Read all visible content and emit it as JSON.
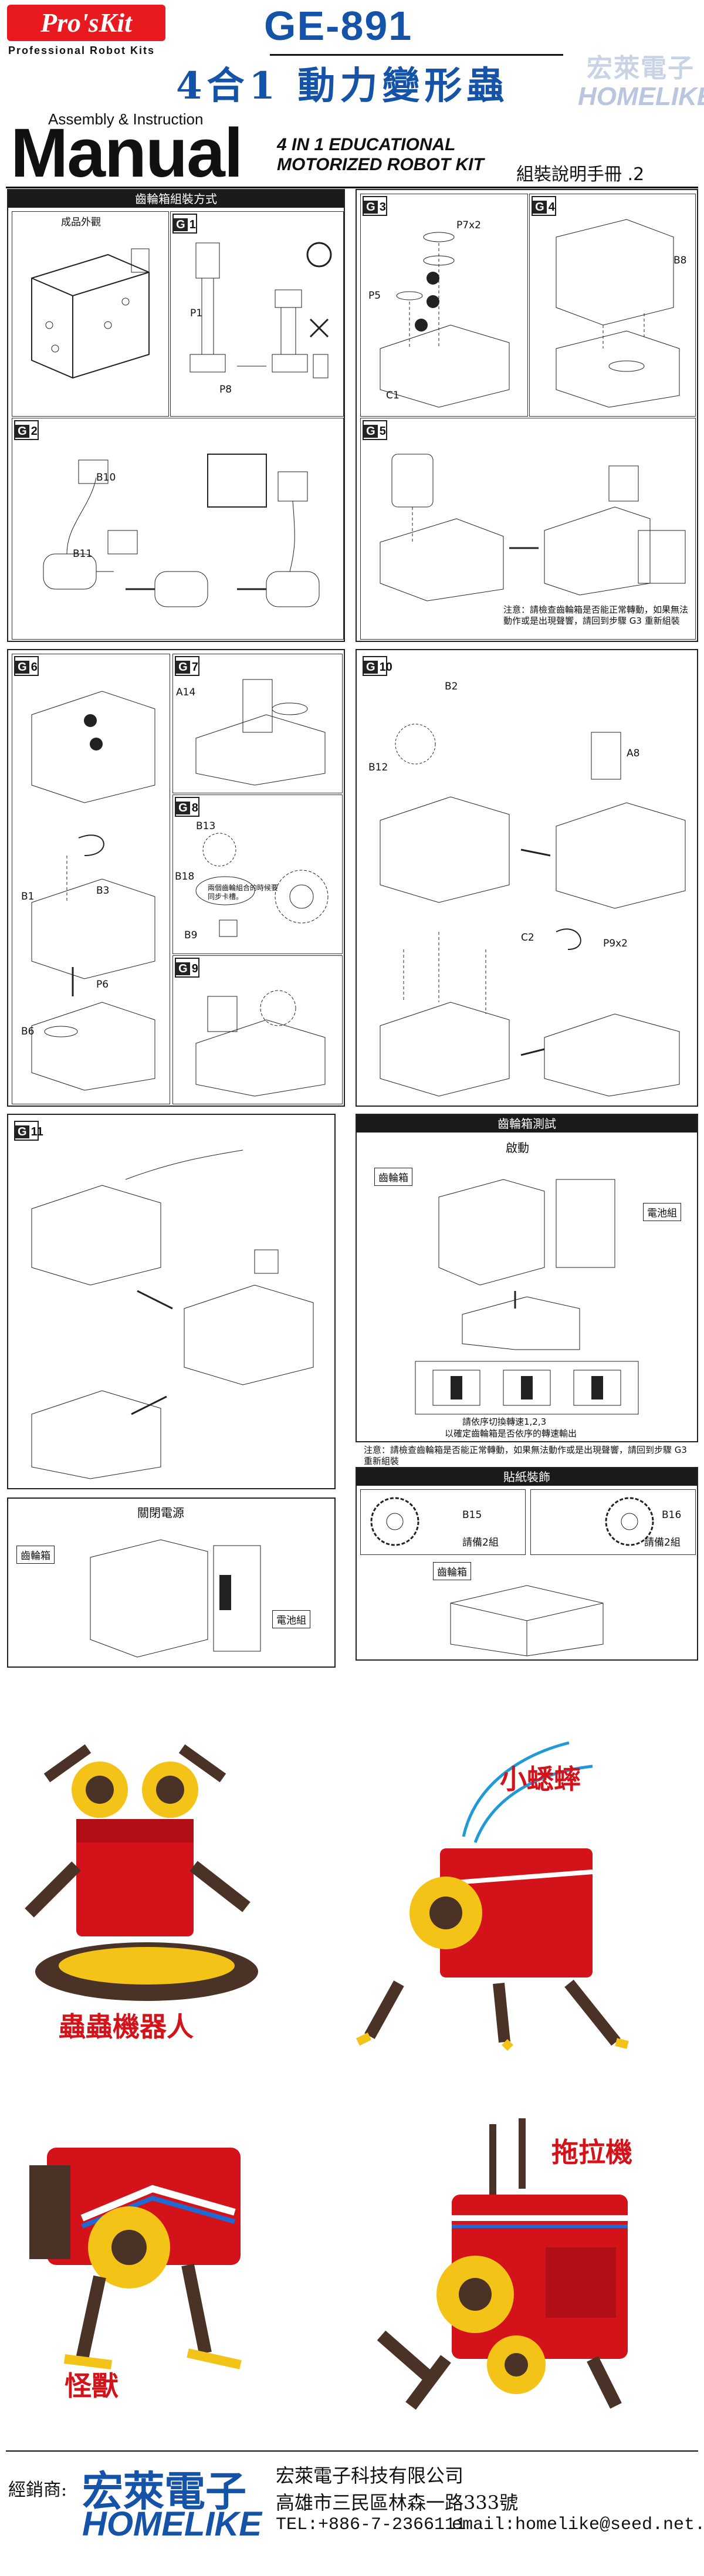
{
  "header": {
    "logo": "Pro'sKit",
    "logo_sub": "Professional Robot Kits",
    "model": "GE-891",
    "title_cn": "4合1 動力變形蟲",
    "brand_cn": "宏萊電子",
    "brand_en": "HOMELIKE",
    "assembly_label": "Assembly & Instruction",
    "manual_label": "Manual",
    "edu_line1": "4 IN 1 EDUCATIONAL",
    "edu_line2": "MOTORIZED ROBOT KIT",
    "booklet": "組裝說明手冊 .2"
  },
  "sections": {
    "gearbox_assembly": "齒輪箱組裝方式",
    "gearbox_test": "齒輪箱測試",
    "sticker": "貼紙裝飾",
    "power_switch": "關閉電源"
  },
  "steps": [
    "1",
    "2",
    "3",
    "4",
    "5",
    "6",
    "7",
    "8",
    "9",
    "10",
    "11"
  ],
  "step_prefix": "G",
  "labels": {
    "finished_look": "成品外觀",
    "p1": "P1",
    "p8": "P8",
    "p7x2": "P7x2",
    "p5": "P5",
    "c1": "C1",
    "b8": "B8",
    "b10": "B10",
    "b11": "B11",
    "a14": "A14",
    "b13": "B13",
    "b18": "B18",
    "b9": "B9",
    "b1": "B1",
    "b3": "B3",
    "p6": "P6",
    "b6": "B6",
    "b2": "B2",
    "b12": "B12",
    "a8": "A8",
    "c2": "C2",
    "p9x2": "P9x2",
    "b15": "B15",
    "b16": "B16",
    "gearbox": "齒輪箱",
    "battery": "電池組",
    "start": "啟動",
    "pair_b15": "請備2組",
    "pair_b16": "請備2組",
    "b18_note": "兩個齒輪組合的時候要同步卡槽。"
  },
  "notes": {
    "step5_note": "注意：請檢查齒輪箱是否能正常轉動，如果無法動作或是出現聲響，請回到步驟 G3 重新組裝",
    "test_note_1": "請依序切換轉速1,2,3",
    "test_note_2": "以確定齒輪箱是否依序的轉速輸出",
    "test_warn": "注意：請檢查齒輪箱是否能正常轉動，如果無法動作或是出現聲響，請回到步驟 G3 重新組裝"
  },
  "robots": {
    "robot1": "蟲蟲機器人",
    "robot2": "小蟋蟀",
    "robot3": "怪獸",
    "robot4": "拖拉機"
  },
  "footer": {
    "dist_label": "經銷商:",
    "brand_cn": "宏萊電子",
    "brand_en": "HOMELIKE",
    "company": "宏萊電子科技有限公司",
    "address": "高雄市三民區林森一路333號",
    "tel": "TEL:+886-7-2366111",
    "email": "email:homelike@seed.net.tw"
  },
  "colors": {
    "brand_red": "#e8191f",
    "brand_blue": "#1553a8",
    "robot_red": "#d4121a",
    "gear_yellow": "#f3c317",
    "plastic_brown": "#4a3326"
  }
}
